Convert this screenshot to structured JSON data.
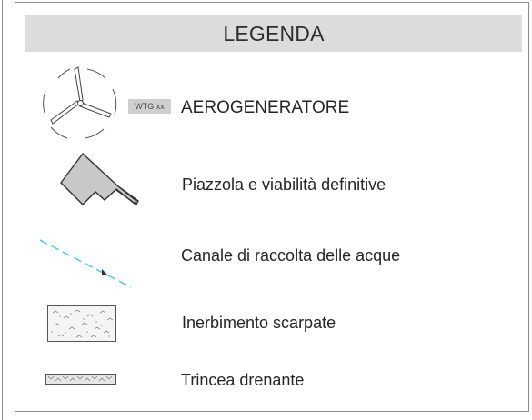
{
  "legend": {
    "title": "LEGENDA",
    "items": [
      {
        "symbol": "wind-turbine-icon",
        "tag": "WTG xx",
        "label": "AEROGENERATORE"
      },
      {
        "symbol": "platform-icon",
        "label": "Piazzola e viabilità definitive"
      },
      {
        "symbol": "drainage-channel-icon",
        "label": "Canale di raccolta delle acque",
        "color": "#5bc8ec"
      },
      {
        "symbol": "grass-slope-icon",
        "label": "Inerbimento scarpate"
      },
      {
        "symbol": "drain-trench-icon",
        "label": "Trincea drenante"
      }
    ]
  }
}
